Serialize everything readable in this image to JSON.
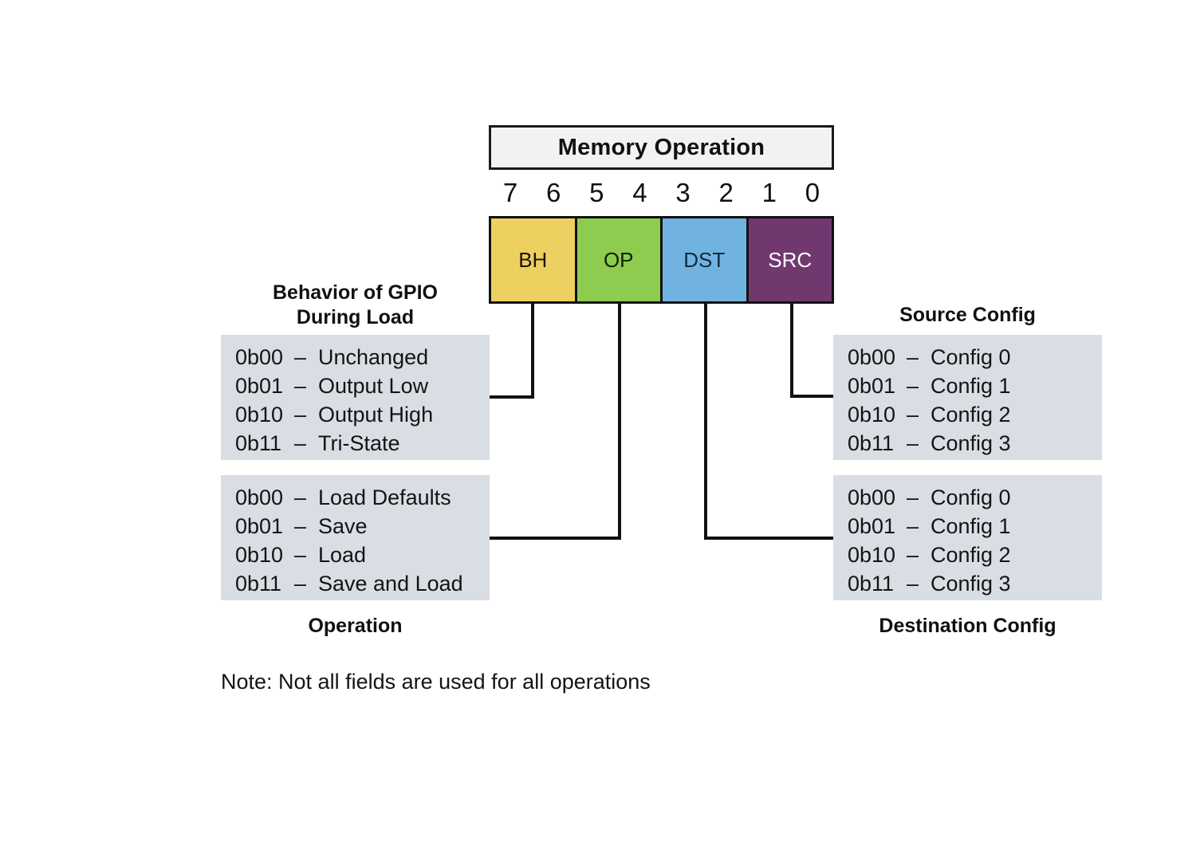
{
  "diagram": {
    "header": {
      "title": "Memory Operation"
    },
    "bit_numbers": [
      "7",
      "6",
      "5",
      "4",
      "3",
      "2",
      "1",
      "0"
    ],
    "fields": [
      {
        "label": "BH",
        "bits": "7:6",
        "fill": "#EDD05F",
        "text_color": "#1a1508"
      },
      {
        "label": "OP",
        "bits": "5:4",
        "fill": "#8DCC4F",
        "text_color": "#10200a"
      },
      {
        "label": "DST",
        "bits": "3:2",
        "fill": "#71B3E0",
        "text_color": "#102a3d"
      },
      {
        "label": "SRC",
        "bits": "1:0",
        "fill": "#71386F",
        "text_color": "#ffffff"
      }
    ],
    "captions": {
      "bh": "Behavior of GPIO\nDuring Load",
      "bh_line1": "Behavior of GPIO",
      "bh_line2": "During Load",
      "op": "Operation",
      "src": "Source Config",
      "dst": "Destination Config"
    },
    "panels": {
      "bh": {
        "name": "behavior-of-gpio-during-load",
        "rows": [
          {
            "code": "0b00",
            "dash": "–",
            "label": "Unchanged"
          },
          {
            "code": "0b01",
            "dash": "–",
            "label": "Output Low"
          },
          {
            "code": "0b10",
            "dash": "–",
            "label": "Output High"
          },
          {
            "code": "0b11",
            "dash": "–",
            "label": "Tri-State"
          }
        ]
      },
      "op": {
        "name": "operation",
        "rows": [
          {
            "code": "0b00",
            "dash": "–",
            "label": "Load Defaults"
          },
          {
            "code": "0b01",
            "dash": "–",
            "label": "Save"
          },
          {
            "code": "0b10",
            "dash": "–",
            "label": "Load"
          },
          {
            "code": "0b11",
            "dash": "–",
            "label": "Save and Load"
          }
        ]
      },
      "src": {
        "name": "source-config",
        "rows": [
          {
            "code": "0b00",
            "dash": "–",
            "label": "Config 0"
          },
          {
            "code": "0b01",
            "dash": "–",
            "label": "Config 1"
          },
          {
            "code": "0b10",
            "dash": "–",
            "label": "Config 2"
          },
          {
            "code": "0b11",
            "dash": "–",
            "label": "Config 3"
          }
        ]
      },
      "dst": {
        "name": "destination-config",
        "rows": [
          {
            "code": "0b00",
            "dash": "–",
            "label": "Config 0"
          },
          {
            "code": "0b01",
            "dash": "–",
            "label": "Config 1"
          },
          {
            "code": "0b10",
            "dash": "–",
            "label": "Config 2"
          },
          {
            "code": "0b11",
            "dash": "–",
            "label": "Config 3"
          }
        ]
      }
    },
    "note": "Note: Not all fields are used for all operations",
    "colors": {
      "panel_bg": "#D9DEE4",
      "header_bg": "#F2F2F2",
      "stroke": "#111111",
      "bh": "#EDD05F",
      "op": "#8DCC4F",
      "dst": "#71B3E0",
      "src": "#71386F"
    }
  }
}
